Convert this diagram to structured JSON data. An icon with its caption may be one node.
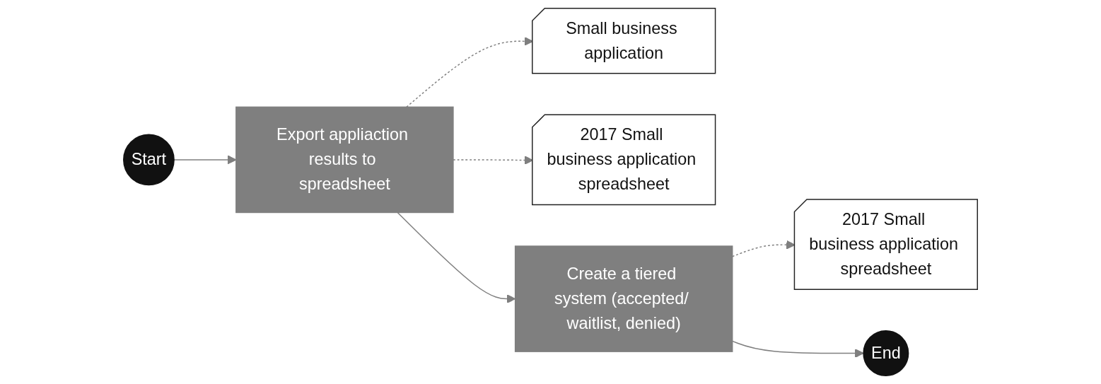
{
  "diagram": {
    "nodes": [
      {
        "text": [
          "Start"
        ]
      },
      {
        "text": [
          "Export appliaction results to spreadsheet"
        ]
      },
      {
        "text": [
          "Small business application"
        ]
      },
      {
        "text": [
          "2017 Small business application spreadsheet"
        ]
      },
      {
        "text": [
          "Create a tiered system (accepted/ waitlist, denied)"
        ]
      },
      {
        "text": [
          "2017 Small business application spreadsheet"
        ]
      },
      {
        "text": [
          "End"
        ]
      }
    ],
    "edges": [
      {
        "from": 0,
        "to": 1,
        "arrow": "to"
      },
      {
        "from": 1,
        "to": 2,
        "arrow": "to",
        "style": "dashed"
      },
      {
        "from": 1,
        "to": 3,
        "arrow": "to",
        "style": "dashed"
      },
      {
        "from": 1,
        "to": 4,
        "arrow": "to"
      },
      {
        "from": 4,
        "to": 5,
        "arrow": "to",
        "style": "dashed"
      },
      {
        "from": 4,
        "to": 6,
        "arrow": "to"
      }
    ]
  }
}
